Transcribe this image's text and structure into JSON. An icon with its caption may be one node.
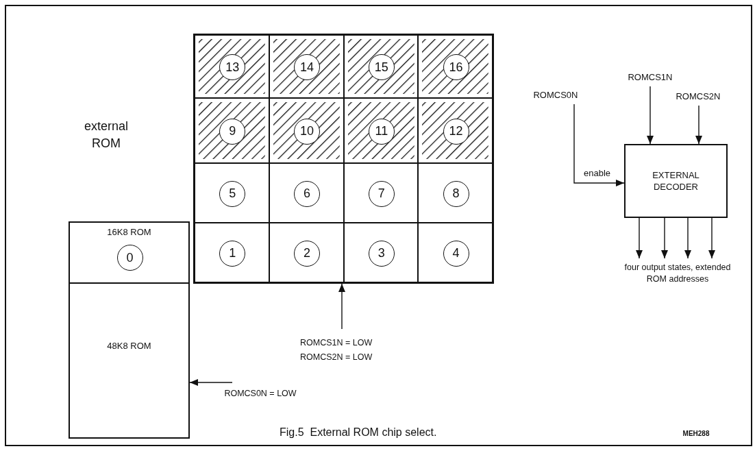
{
  "diagram": {
    "caption": "Fig.5  External ROM chip select.",
    "nodes": [
      {
        "text": [],
        "shape": "box"
      },
      {
        "text": [
          "13"
        ],
        "in": 0
      },
      {
        "text": [
          "14"
        ],
        "in": 0
      },
      {
        "text": [
          "15"
        ],
        "in": 0
      },
      {
        "text": [
          "16"
        ],
        "in": 0
      },
      {
        "text": [
          "9"
        ],
        "in": 0
      },
      {
        "text": [
          "10"
        ],
        "in": 0
      },
      {
        "text": [
          "11"
        ],
        "in": 0
      },
      {
        "text": [
          "12"
        ],
        "in": 0
      },
      {
        "text": [
          "5"
        ],
        "in": 0
      },
      {
        "text": [
          "6"
        ],
        "in": 0
      },
      {
        "text": [
          "7"
        ],
        "in": 0
      },
      {
        "text": [
          "8"
        ],
        "in": 0
      },
      {
        "text": [
          "1"
        ],
        "in": 0
      },
      {
        "text": [
          "2"
        ],
        "in": 0
      },
      {
        "text": [
          "3"
        ],
        "in": 0
      },
      {
        "text": [
          "4"
        ],
        "in": 0
      },
      {
        "text": [
          "16K8 ROM",
          "0"
        ]
      },
      {
        "text": [
          "48K8 ROM"
        ]
      },
      {
        "text": [
          "ROMCS0N"
        ]
      },
      {
        "text": [
          "ROMCS1N"
        ]
      },
      {
        "text": [
          "ROMCS2N"
        ]
      },
      {
        "text": [
          "EXTERNAL DECODER"
        ]
      },
      {
        "text": [
          "four output states, extended ROM addresses"
        ]
      },
      {
        "text": [
          "ROMCS1N = LOW ROMCS2N = LOW"
        ]
      },
      {
        "text": [
          "ROMCS0N = LOW"
        ]
      }
    ],
    "edges": [
      {
        "from": 19,
        "to": 22,
        "arrow": "to",
        "label": "enable"
      },
      {
        "from": 20,
        "to": 22,
        "arrow": "to"
      },
      {
        "from": 21,
        "to": 22,
        "arrow": "to"
      },
      {
        "from": 22,
        "to": 23,
        "arrow": "to"
      },
      {
        "from": 22,
        "to": 23,
        "arrow": "to"
      },
      {
        "from": 22,
        "to": 23,
        "arrow": "to"
      },
      {
        "from": 22,
        "to": 23,
        "arrow": "to"
      },
      {
        "from": 24,
        "to": 0,
        "arrow": "to"
      },
      {
        "from": 25,
        "to": 18,
        "arrow": "to"
      }
    ],
    "labels": [
      "external ROM",
      "MEH288"
    ]
  }
}
